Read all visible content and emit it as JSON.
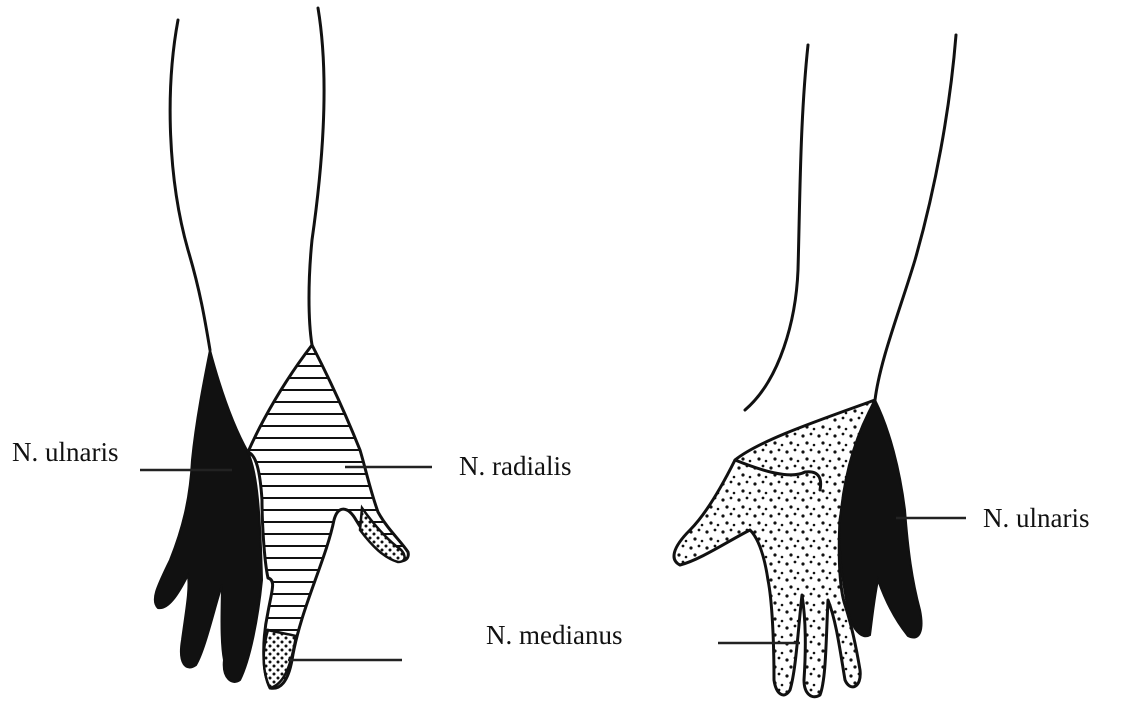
{
  "labels": {
    "dorsal_ulnaris": "N. ulnaris",
    "dorsal_radialis": "N. radialis",
    "palmar_ulnaris": "N. ulnaris",
    "palmar_medianus": "N. medianus"
  },
  "legend_patterns": {
    "ulnaris": "solid-black",
    "radialis": "horizontal-lines",
    "medianus": "stippled-dots"
  },
  "colors": {
    "ink": "#111111",
    "background": "#ffffff"
  }
}
